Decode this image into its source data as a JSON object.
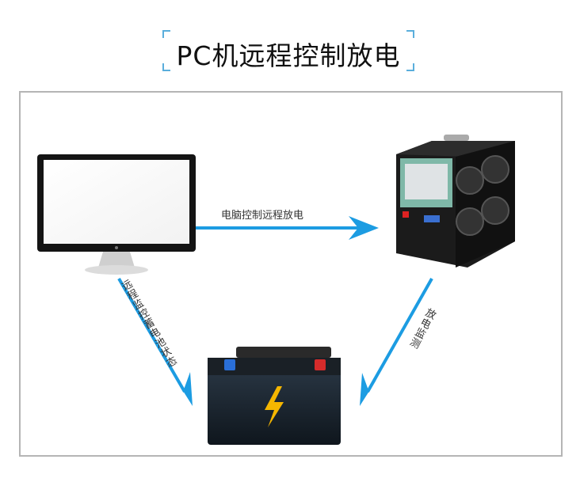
{
  "title": "PC机远程控制放电",
  "labels": {
    "pc_to_device": "电脑控制远程放电",
    "pc_to_battery": "远程监控蓄电池状态",
    "device_to_battery": "放电监测"
  },
  "colors": {
    "arrow": "#1c9ce2",
    "frame": "#b5b5b5"
  }
}
